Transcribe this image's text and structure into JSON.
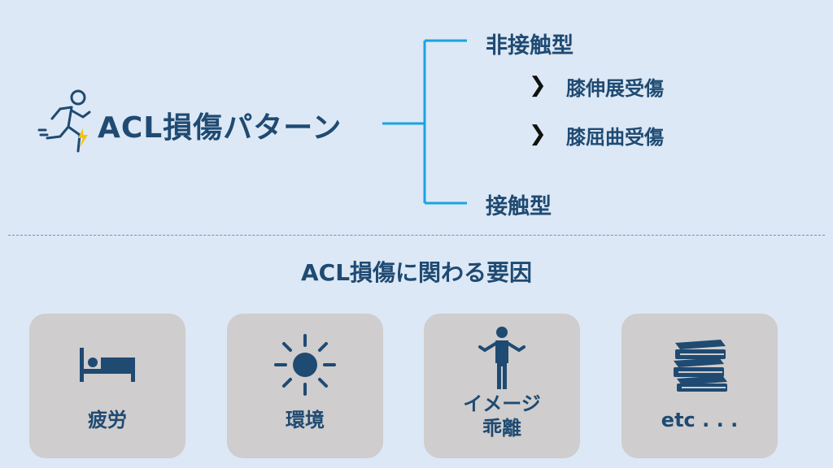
{
  "colors": {
    "background": "#dce8f5",
    "text": "#1f4a72",
    "connector": "#1aa3e0",
    "card": "#cfcdcd",
    "accent_bolt": "#f4c20d"
  },
  "diagram": {
    "title": "ACL損傷パターン",
    "title_icon": "running-person-injured-knee-icon",
    "branches": [
      {
        "label": "非接触型",
        "children": [
          "膝伸展受傷",
          "膝屈曲受傷"
        ]
      },
      {
        "label": "接触型"
      }
    ],
    "chevron": "❯"
  },
  "factors": {
    "title": "ACL損傷に関わる要因",
    "items": [
      {
        "label": "疲労",
        "icon": "bed-icon"
      },
      {
        "label": "環境",
        "icon": "sun-icon"
      },
      {
        "label": "イメージ\n乖離",
        "line1": "イメージ",
        "line2": "乖離",
        "icon": "person-shrug-icon"
      },
      {
        "label": "etc . . .",
        "icon": "books-icon"
      }
    ]
  }
}
